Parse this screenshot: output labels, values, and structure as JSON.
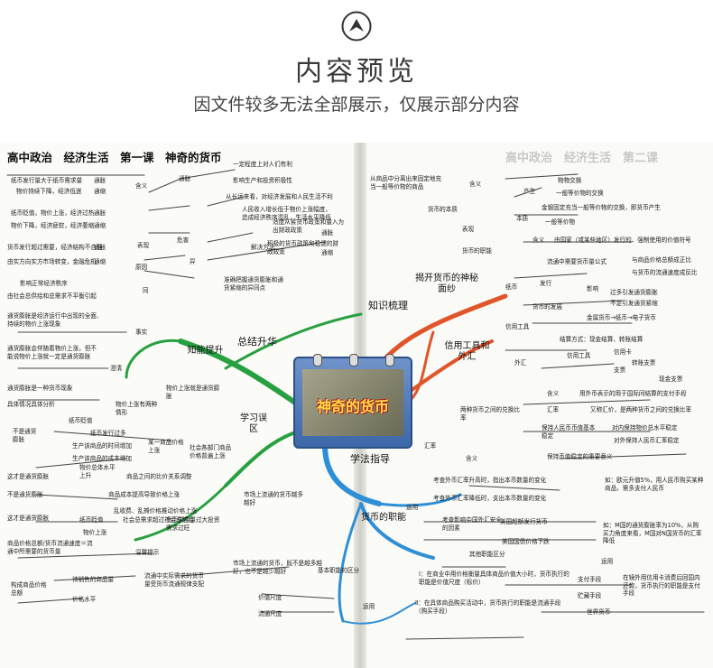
{
  "header": {
    "title": "内容预览",
    "subtitle": "因文件较多无法全部展示，仅展示部分内容"
  },
  "book": {
    "title": "高中政治　经济生活　第一课　神奇的货币",
    "ghost_text": "高中政治　经济生活　第二课",
    "center_title": "神奇的货币",
    "branches": {
      "zhishi": "知识梳理",
      "xuefa": "学法指导",
      "zongjie": "总结升华",
      "zhineng_tisheng": "知能提升",
      "xuexi_wuqu": "学习误区",
      "jiekai": "揭开货币的神秘面纱",
      "xinyong": "信用工具和外汇",
      "huobi_zhineng": "货币的职能"
    },
    "left_texts": [
      "纸币发行量大于纸币需求量",
      "通胀",
      "物价持续下降，经济低迷",
      "通缩",
      "含义",
      "纸币贬值，物价上涨，经济过热",
      "通胀",
      "物价下降，经济疲软，经济萎缩",
      "通缩",
      "表现",
      "货币发行超过需要，经济结构不合理",
      "通胀",
      "由实方向实方市场转变，金融危机",
      "通缩",
      "原因",
      "影响正常经济秩序",
      "同",
      "由社会总供给和总需求不平衡引起",
      "通胀",
      "危害",
      "异",
      "解决方法",
      "一定程度上对人们有利",
      "影响生产和投资积极性",
      "从长远来看，对经济发展和人民生活不利",
      "人民收入增长低于物价上涨幅度，造成经济秩序混乱，生活水平降低",
      "通胀",
      "适度从紧货币政策和量入为出财政政策",
      "通缩",
      "积极的货币政策和稳健的财政政策",
      "准确把握通货膨胀和通货紧缩的异同点",
      "通货膨胀是经济运行中出现的全面、持续的物价上涨现象",
      "事实",
      "通货膨胀会伴随着物价上涨，但不能说物价上涨就一定是通货膨胀",
      "澄清",
      "物价上涨就是通货膨胀",
      "通货膨胀是一种货币现象",
      "具体情况具体分析",
      "物价上涨有两种情形",
      "纸币贬值",
      "纸币发行过多",
      "不是通货膨胀",
      "生产该商品的时间增加",
      "生产该商品的成本增加",
      "某一商品价格上涨",
      "社会各部门商品价格普遍上涨",
      "这才是通货膨胀",
      "物价总体水平上升",
      "商品之间的比价关系调整",
      "不是通货膨胀",
      "商品成本提高导致价格上涨",
      "乱收费、乱摊价格推动价格上涨",
      "这才是通货膨胀",
      "纸币贬值",
      "物价上涨",
      "社会总需求超过社会总供给",
      "货币供应量过大投资需求过旺",
      "市场上流通的货币越多越好",
      "商品价格总额/货币流通速度＝流通中所需要的货币量",
      "温馨提示",
      "流通中实际需求的货币量受货币流通规律支配",
      "市场上流通的货币，既不是越多越好，也不是越少越好",
      "构成商品价格总额",
      "待销售的商品量",
      "价格水平",
      "基本职能的区分",
      "价值尺度",
      "流通尺度"
    ],
    "right_texts": [
      "从商品中分离出来固定地充当一般等价物的商品",
      "含义",
      "货币的本质",
      "表现",
      "物物交换",
      "产生",
      "一般等价物的交换",
      "金银固定充当一般等价物的交换，即货币产生",
      "本质",
      "一般等价物",
      "货币的职能",
      "含义",
      "由国家（或某些地区）发行的、强制使用的价值符号",
      "流通中需要货币量公式",
      "与商品价格总额成正比",
      "发行",
      "与货币的流通速度成反比",
      "影响",
      "过多引发通货膨胀",
      "不足引发通货紧缩",
      "纸币",
      "货币的发展",
      "金属货币→纸币→电子货币",
      "信用工具",
      "结算方式：现金结算、转账结算",
      "信用卡",
      "信用工具",
      "转账支票",
      "支票",
      "现金支票",
      "外汇",
      "含义",
      "用外币表示的用于国际间结算的支付手段",
      "汇率",
      "又称汇价，是两种货币之间的兑换比率",
      "保持人民币币值基本稳定",
      "对内保持物价总水平稳定",
      "对外保持人民币汇率稳定",
      "保持币值稳定的重要意义",
      "两种货币之间的兑换比率",
      "含义",
      "汇率",
      "考查外币汇率升高时，指出本币数量的变化",
      "如：欧元升值5%，用人民币购买某种商品，需多支付人民币",
      "运用",
      "考查外币汇率降低时，支出本币数量的变化",
      "考查影响中国外汇安全的因素",
      "美国超额发行货币",
      "如：M国的通货膨胀率为10%，从购买力角度来看，M国对N国货币的汇率降低",
      "美国国债价格下跌",
      "其他职能区分",
      "运用",
      "支付手段",
      "在镜外用信用卡消费后回国内还款，货币执行的职能是支付手段",
      "贮藏手段",
      "世界货币",
      "Ⅰ：在商业中用价格衡量具体商品价值大小时，货币执行的职能是价值尺度（标价）",
      "Ⅱ：在具体商品购买活动中，货币执行的职能是流通手段（购买手段）",
      "运用"
    ]
  }
}
